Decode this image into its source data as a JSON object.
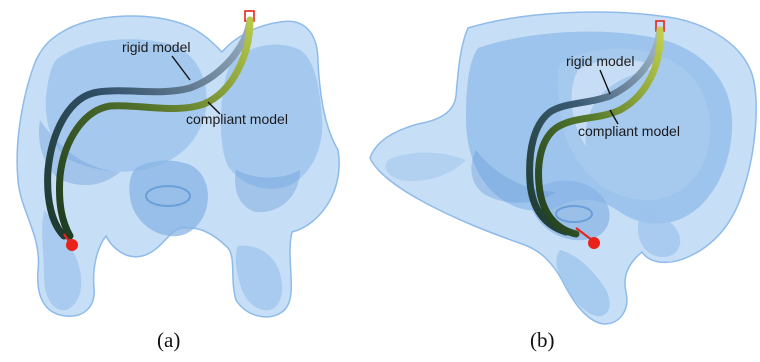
{
  "panels": [
    {
      "id": "a",
      "caption": "(a)",
      "annotations": {
        "rigid": "rigid model",
        "compliant": "compliant model"
      }
    },
    {
      "id": "b",
      "caption": "(b)",
      "annotations": {
        "rigid": "rigid model",
        "compliant": "compliant model"
      }
    }
  ],
  "colors": {
    "ventricle_light": "#bcd8f4",
    "ventricle_mid": "#8fbbea",
    "ventricle_dark": "#5e95d6",
    "rigid_model": "#4d6f8a",
    "compliant_model": "#8ea63a",
    "target_marker": "#e8231c",
    "entry_marker": "#e8231c"
  }
}
